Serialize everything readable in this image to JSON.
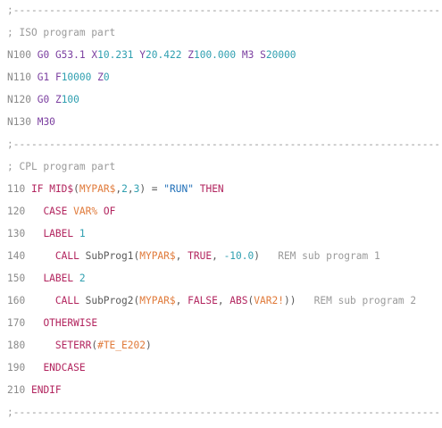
{
  "colors": {
    "comment": "#9a9a9a",
    "line_number": "#8a8a8a",
    "address": "#7b3fa0",
    "number": "#2f9fb0",
    "keyword": "#b2245e",
    "variable": "#e07a3a",
    "string": "#1f6fb8",
    "text": "#5a5a5a",
    "remark": "#9a9a9a"
  },
  "lines": [
    {
      "tokens": [
        {
          "t": ";-----------------------------------------------------------------------",
          "c": "com"
        }
      ]
    },
    {
      "tokens": [
        {
          "t": "; ISO program part",
          "c": "com"
        }
      ]
    },
    {
      "tokens": [
        {
          "t": "N100",
          "c": "lnum"
        },
        {
          "t": " ",
          "c": "txt"
        },
        {
          "t": "G0",
          "c": "addr"
        },
        {
          "t": " ",
          "c": "txt"
        },
        {
          "t": "G53.1",
          "c": "addr"
        },
        {
          "t": " ",
          "c": "txt"
        },
        {
          "t": "X",
          "c": "addr"
        },
        {
          "t": "10.231",
          "c": "num"
        },
        {
          "t": " ",
          "c": "txt"
        },
        {
          "t": "Y",
          "c": "addr"
        },
        {
          "t": "20.422",
          "c": "num"
        },
        {
          "t": " ",
          "c": "txt"
        },
        {
          "t": "Z",
          "c": "addr"
        },
        {
          "t": "100.000",
          "c": "num"
        },
        {
          "t": " ",
          "c": "txt"
        },
        {
          "t": "M3",
          "c": "addr"
        },
        {
          "t": " ",
          "c": "txt"
        },
        {
          "t": "S",
          "c": "addr"
        },
        {
          "t": "20000",
          "c": "num"
        }
      ]
    },
    {
      "tokens": [
        {
          "t": "N110",
          "c": "lnum"
        },
        {
          "t": " ",
          "c": "txt"
        },
        {
          "t": "G1",
          "c": "addr"
        },
        {
          "t": " ",
          "c": "txt"
        },
        {
          "t": "F",
          "c": "addr"
        },
        {
          "t": "10000",
          "c": "num"
        },
        {
          "t": " ",
          "c": "txt"
        },
        {
          "t": "Z",
          "c": "addr"
        },
        {
          "t": "0",
          "c": "num"
        }
      ]
    },
    {
      "tokens": [
        {
          "t": "N120",
          "c": "lnum"
        },
        {
          "t": " ",
          "c": "txt"
        },
        {
          "t": "G0",
          "c": "addr"
        },
        {
          "t": " ",
          "c": "txt"
        },
        {
          "t": "Z",
          "c": "addr"
        },
        {
          "t": "100",
          "c": "num"
        }
      ]
    },
    {
      "tokens": [
        {
          "t": "N130",
          "c": "lnum"
        },
        {
          "t": " ",
          "c": "txt"
        },
        {
          "t": "M30",
          "c": "addr"
        }
      ]
    },
    {
      "tokens": [
        {
          "t": ";-----------------------------------------------------------------------",
          "c": "com"
        }
      ]
    },
    {
      "tokens": [
        {
          "t": "; CPL program part",
          "c": "com"
        }
      ]
    },
    {
      "tokens": [
        {
          "t": "110",
          "c": "lnum"
        },
        {
          "t": " ",
          "c": "txt"
        },
        {
          "t": "IF",
          "c": "kw"
        },
        {
          "t": " ",
          "c": "txt"
        },
        {
          "t": "MID$",
          "c": "kw"
        },
        {
          "t": "(",
          "c": "txt"
        },
        {
          "t": "MYPAR$",
          "c": "var"
        },
        {
          "t": ",",
          "c": "txt"
        },
        {
          "t": "2",
          "c": "num"
        },
        {
          "t": ",",
          "c": "txt"
        },
        {
          "t": "3",
          "c": "num"
        },
        {
          "t": ") = ",
          "c": "txt"
        },
        {
          "t": "\"RUN\"",
          "c": "str"
        },
        {
          "t": " ",
          "c": "txt"
        },
        {
          "t": "THEN",
          "c": "kw"
        }
      ]
    },
    {
      "tokens": [
        {
          "t": "120",
          "c": "lnum"
        },
        {
          "t": "   ",
          "c": "txt"
        },
        {
          "t": "CASE",
          "c": "kw"
        },
        {
          "t": " ",
          "c": "txt"
        },
        {
          "t": "VAR%",
          "c": "var"
        },
        {
          "t": " ",
          "c": "txt"
        },
        {
          "t": "OF",
          "c": "kw"
        }
      ]
    },
    {
      "tokens": [
        {
          "t": "130",
          "c": "lnum"
        },
        {
          "t": "   ",
          "c": "txt"
        },
        {
          "t": "LABEL",
          "c": "kw"
        },
        {
          "t": " ",
          "c": "txt"
        },
        {
          "t": "1",
          "c": "num"
        }
      ]
    },
    {
      "tokens": [
        {
          "t": "140",
          "c": "lnum"
        },
        {
          "t": "     ",
          "c": "txt"
        },
        {
          "t": "CALL",
          "c": "kw"
        },
        {
          "t": " SubProg1(",
          "c": "txt"
        },
        {
          "t": "MYPAR$",
          "c": "var"
        },
        {
          "t": ", ",
          "c": "txt"
        },
        {
          "t": "TRUE",
          "c": "kw"
        },
        {
          "t": ", ",
          "c": "txt"
        },
        {
          "t": "-10.0",
          "c": "num"
        },
        {
          "t": ")   ",
          "c": "txt"
        },
        {
          "t": "REM sub program 1",
          "c": "rem"
        }
      ]
    },
    {
      "tokens": [
        {
          "t": "150",
          "c": "lnum"
        },
        {
          "t": "   ",
          "c": "txt"
        },
        {
          "t": "LABEL",
          "c": "kw"
        },
        {
          "t": " ",
          "c": "txt"
        },
        {
          "t": "2",
          "c": "num"
        }
      ]
    },
    {
      "tokens": [
        {
          "t": "160",
          "c": "lnum"
        },
        {
          "t": "     ",
          "c": "txt"
        },
        {
          "t": "CALL",
          "c": "kw"
        },
        {
          "t": " SubProg2(",
          "c": "txt"
        },
        {
          "t": "MYPAR$",
          "c": "var"
        },
        {
          "t": ", ",
          "c": "txt"
        },
        {
          "t": "FALSE",
          "c": "kw"
        },
        {
          "t": ", ",
          "c": "txt"
        },
        {
          "t": "ABS",
          "c": "kw"
        },
        {
          "t": "(",
          "c": "txt"
        },
        {
          "t": "VAR2!",
          "c": "var"
        },
        {
          "t": "))   ",
          "c": "txt"
        },
        {
          "t": "REM sub program 2",
          "c": "rem"
        }
      ]
    },
    {
      "tokens": [
        {
          "t": "170",
          "c": "lnum"
        },
        {
          "t": "   ",
          "c": "txt"
        },
        {
          "t": "OTHERWISE",
          "c": "kw"
        }
      ]
    },
    {
      "tokens": [
        {
          "t": "180",
          "c": "lnum"
        },
        {
          "t": "     ",
          "c": "txt"
        },
        {
          "t": "SETERR",
          "c": "kw"
        },
        {
          "t": "(",
          "c": "txt"
        },
        {
          "t": "#TE_E202",
          "c": "var"
        },
        {
          "t": ")",
          "c": "txt"
        }
      ]
    },
    {
      "tokens": [
        {
          "t": "190",
          "c": "lnum"
        },
        {
          "t": "   ",
          "c": "txt"
        },
        {
          "t": "ENDCASE",
          "c": "kw"
        }
      ]
    },
    {
      "tokens": [
        {
          "t": "210",
          "c": "lnum"
        },
        {
          "t": " ",
          "c": "txt"
        },
        {
          "t": "ENDIF",
          "c": "kw"
        }
      ]
    },
    {
      "tokens": [
        {
          "t": ";-----------------------------------------------------------------------",
          "c": "com"
        }
      ]
    }
  ]
}
